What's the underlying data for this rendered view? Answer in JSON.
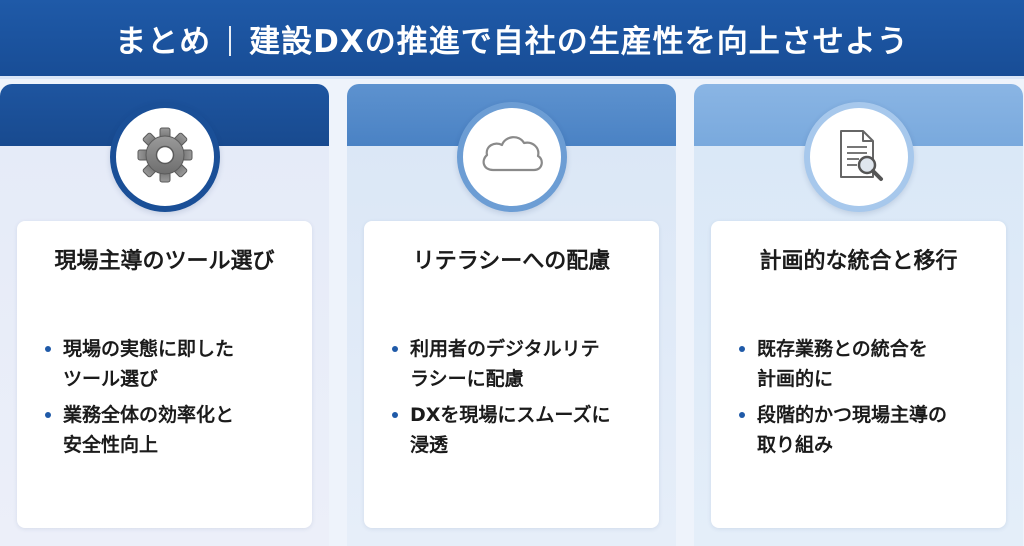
{
  "header": {
    "title_left": "まとめ",
    "title_right": "建設DXの推進で自社の生産性を向上させよう"
  },
  "columns": [
    {
      "icon": "gear-icon",
      "title": "現場主導のツール選び",
      "bullets": [
        "現場の実態に即した\nツール選び",
        "業務全体の効率化と\n安全性向上"
      ]
    },
    {
      "icon": "cloud-icon",
      "title": "リテラシーへの配慮",
      "bullets": [
        "利用者のデジタルリテ\nラシーに配慮",
        "DXを現場にスムーズに\n浸透"
      ]
    },
    {
      "icon": "document-search-icon",
      "title": "計画的な統合と移行",
      "bullets": [
        "既存業務との統合を\n計画的に",
        "段階的かつ現場主導の\n取り組み"
      ]
    }
  ],
  "colors": {
    "header": "#1f5aa8",
    "column_1": "#1e55a0",
    "column_2": "#5d92cf",
    "column_3": "#8ab5e4",
    "bullet": "#1f5aa8"
  }
}
